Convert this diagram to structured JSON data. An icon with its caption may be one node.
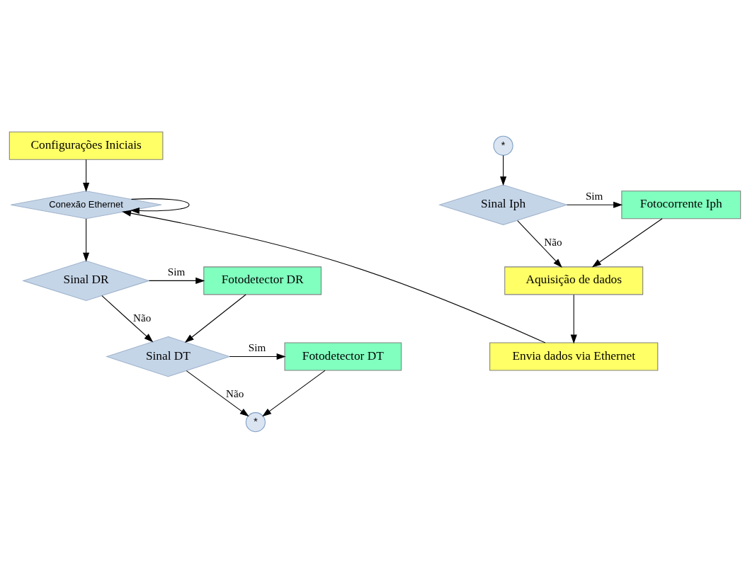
{
  "diagram": {
    "nodes": [
      {
        "text": [
          "Configurações Iniciais"
        ]
      },
      {
        "text": [
          "Conexão Ethernet"
        ]
      },
      {
        "text": [
          "Sinal DR"
        ]
      },
      {
        "text": [
          "Fotodetector DR"
        ]
      },
      {
        "text": [
          "Sinal DT"
        ]
      },
      {
        "text": [
          "Fotodetector DT"
        ]
      },
      {
        "text": [
          "*"
        ]
      },
      {
        "text": [
          "*"
        ]
      },
      {
        "text": [
          "Sinal Iph"
        ]
      },
      {
        "text": [
          "Fotocorrente Iph"
        ]
      },
      {
        "text": [
          "Aquisição de dados"
        ]
      },
      {
        "text": [
          "Envia dados via Ethernet"
        ]
      }
    ],
    "edges": [
      {
        "from": 0,
        "to": 1,
        "arrow": "to"
      },
      {
        "from": 1,
        "to": 1,
        "arrow": "to"
      },
      {
        "from": 1,
        "to": 2,
        "arrow": "to"
      },
      {
        "from": 2,
        "to": 3,
        "arrow": "to",
        "label": "Sim"
      },
      {
        "from": 3,
        "to": 4,
        "arrow": "to"
      },
      {
        "from": 2,
        "to": 4,
        "arrow": "to",
        "label": "Não"
      },
      {
        "from": 4,
        "to": 5,
        "arrow": "to",
        "label": "Sim"
      },
      {
        "from": 5,
        "to": 6,
        "arrow": "to"
      },
      {
        "from": 4,
        "to": 6,
        "arrow": "to",
        "label": "Não"
      },
      {
        "from": 7,
        "to": 8,
        "arrow": "to"
      },
      {
        "from": 8,
        "to": 9,
        "arrow": "to",
        "label": "Sim"
      },
      {
        "from": 9,
        "to": 10,
        "arrow": "to"
      },
      {
        "from": 8,
        "to": 10,
        "arrow": "to",
        "label": "Não"
      },
      {
        "from": 10,
        "to": 11,
        "arrow": "to"
      },
      {
        "from": 11,
        "to": 1,
        "arrow": "to"
      }
    ]
  }
}
